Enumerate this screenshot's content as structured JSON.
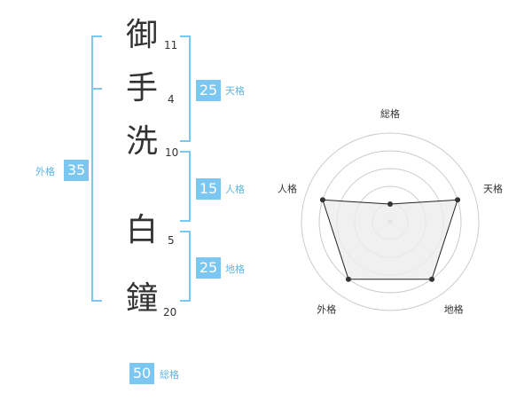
{
  "name": {
    "characters": [
      {
        "char": "御",
        "strokes": "11"
      },
      {
        "char": "手",
        "strokes": "4"
      },
      {
        "char": "洗",
        "strokes": "10"
      },
      {
        "char": "白",
        "strokes": "5"
      },
      {
        "char": "鐘",
        "strokes": "20"
      }
    ]
  },
  "scores": {
    "tenkaku": {
      "value": "25",
      "label": "天格"
    },
    "jinkaku": {
      "value": "15",
      "label": "人格"
    },
    "chikaku": {
      "value": "25",
      "label": "地格"
    },
    "gaikaku": {
      "value": "35",
      "label": "外格"
    },
    "soukaku": {
      "value": "50",
      "label": "総格"
    }
  },
  "colors": {
    "accent": "#7cc6f2",
    "accent_text": "#5bb5ea",
    "polygon_fill": "#ececec",
    "grid": "#cccccc"
  },
  "chart_data": {
    "type": "radar",
    "axes": [
      "総格",
      "天格",
      "地格",
      "外格",
      "人格"
    ],
    "values": [
      1,
      4,
      4,
      4,
      4
    ],
    "rlim": [
      0,
      5
    ],
    "grid": true,
    "rings": 4
  }
}
